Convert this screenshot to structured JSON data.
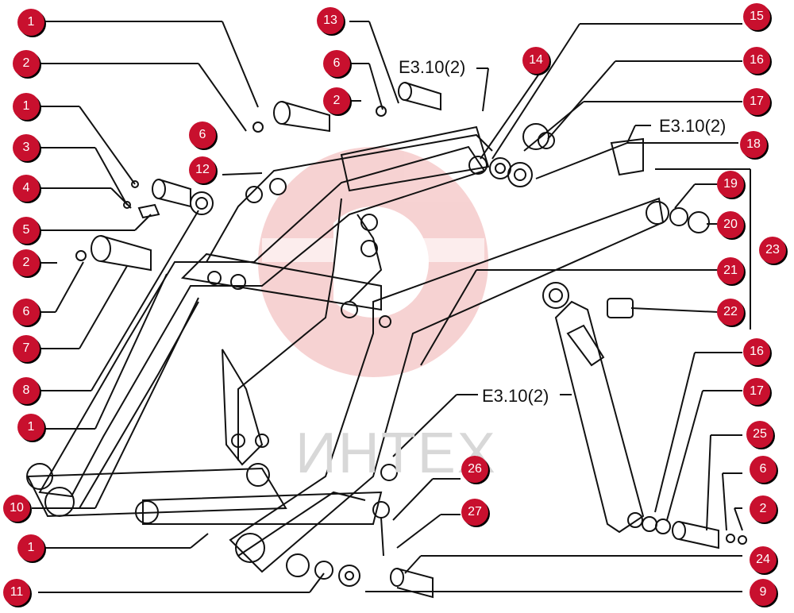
{
  "callouts": [
    "1",
    "2",
    "1",
    "3",
    "4",
    "5",
    "2",
    "6",
    "7",
    "8",
    "1",
    "10",
    "1",
    "11",
    "13",
    "6",
    "2",
    "6",
    "12",
    "14",
    "15",
    "16",
    "17",
    "18",
    "19",
    "20",
    "23",
    "21",
    "22",
    "16",
    "17",
    "25",
    "6",
    "2",
    "26",
    "27",
    "24",
    "9"
  ],
  "references": [
    "E3.10(2)",
    "E3.10(2)",
    "E3.10(2)"
  ],
  "watermark": "ИНТЕХ",
  "colors": {
    "callout": "#c8102e",
    "line": "#111111",
    "watermark": "#f2b8b8"
  }
}
